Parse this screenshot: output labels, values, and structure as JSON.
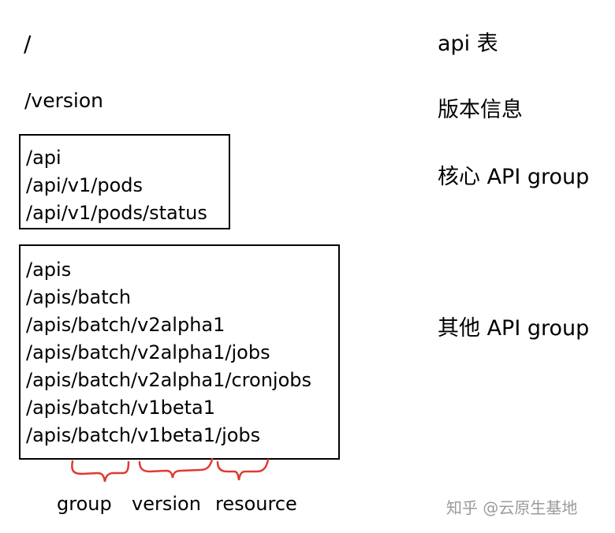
{
  "rows": {
    "root": {
      "path": "/",
      "label": "api 表"
    },
    "version": {
      "path": "/version",
      "label": "版本信息"
    },
    "core": {
      "label": "核心 API group"
    },
    "other": {
      "label": "其他 API group"
    }
  },
  "core_box": {
    "lines": [
      "/api",
      "/api/v1/pods",
      "/api/v1/pods/status"
    ]
  },
  "other_box": {
    "lines": [
      "/apis",
      "/apis/batch",
      "/apis/batch/v2alpha1",
      "/apis/batch/v2alpha1/jobs",
      "/apis/batch/v2alpha1/cronjobs",
      "/apis/batch/v1beta1",
      "/apis/batch/v1beta1/jobs"
    ]
  },
  "braces": {
    "color": "#e03a2f",
    "labels": {
      "group": "group",
      "version": "version",
      "resource": "resource"
    }
  },
  "watermark": "知乎 @云原生基地"
}
